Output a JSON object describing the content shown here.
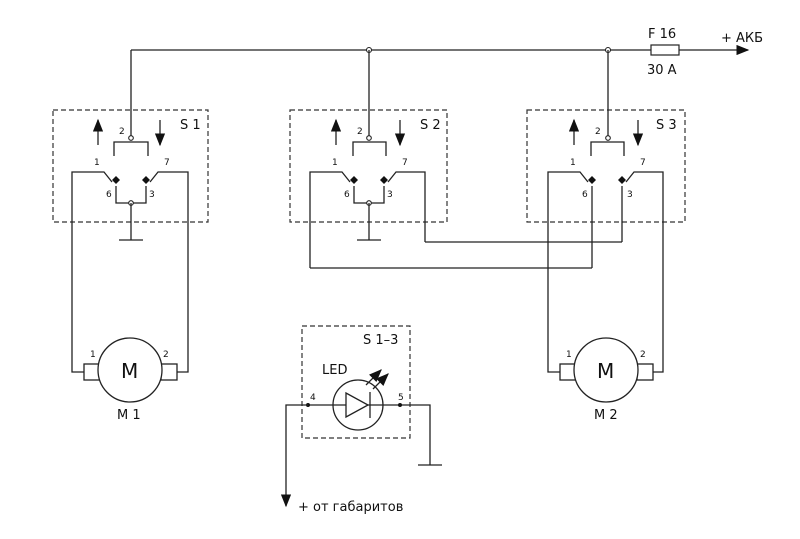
{
  "power": {
    "fuse_name": "F 16",
    "fuse_rating": "30 A",
    "battery": "+ АКБ"
  },
  "switches": [
    {
      "name": "S 1",
      "pins": [
        "2",
        "1",
        "7",
        "6",
        "3"
      ]
    },
    {
      "name": "S 2",
      "pins": [
        "2",
        "1",
        "7",
        "6",
        "3"
      ]
    },
    {
      "name": "S 3",
      "pins": [
        "2",
        "1",
        "7",
        "6",
        "3"
      ]
    }
  ],
  "motors": [
    {
      "symbol": "M",
      "name": "M 1",
      "pin_left": "1",
      "pin_right": "2"
    },
    {
      "symbol": "M",
      "name": "M 2",
      "pin_left": "1",
      "pin_right": "2"
    }
  ],
  "indicator": {
    "name": "S 1–3",
    "led": "LED",
    "pin_in": "4",
    "pin_out": "5",
    "source": "+ от габаритов"
  },
  "colors": {
    "wire": "#222222",
    "background": "#ffffff"
  }
}
